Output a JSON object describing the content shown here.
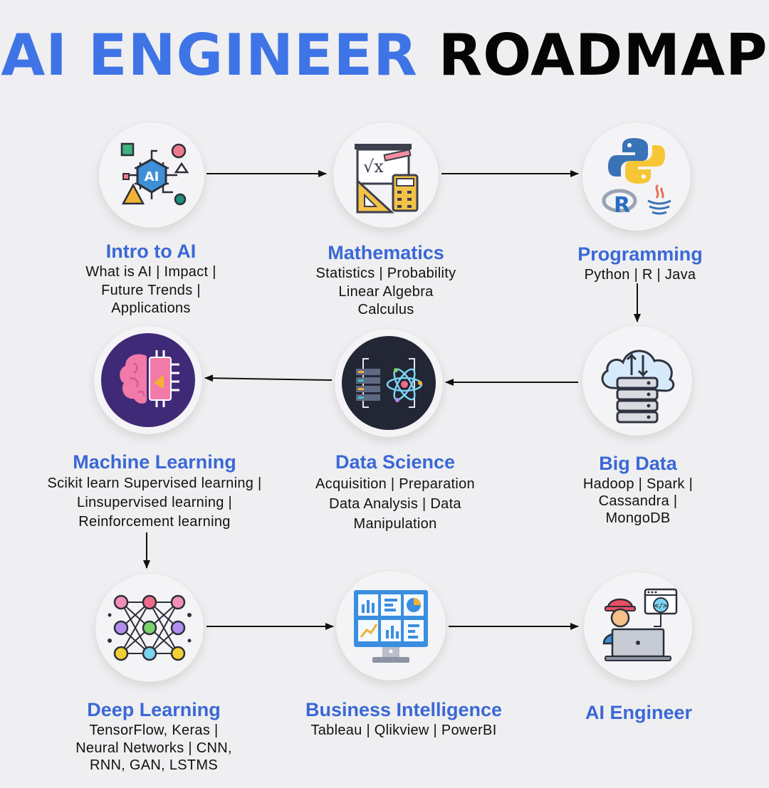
{
  "title": {
    "part1": "AI ENGINEER",
    "part2": "ROADMAP"
  },
  "colors": {
    "accent_blue": "#3f74e6",
    "label_blue": "#3a68d6",
    "background": "#efeff1",
    "arrow": "#111111"
  },
  "nodes": [
    {
      "name": "Intro to AI",
      "icon": "ai-circuit-icon",
      "sub": [
        "What is AI | Impact |",
        "Future Trends |",
        "Applications"
      ]
    },
    {
      "name": "Mathematics",
      "icon": "math-board-icon",
      "sub": [
        "Statistics | Probability",
        "Linear Algebra",
        "Calculus"
      ]
    },
    {
      "name": "Programming",
      "icon": "programming-languages-icon",
      "sub": [
        "Python | R | Java"
      ]
    },
    {
      "name": "Big Data",
      "icon": "cloud-database-icon",
      "sub": [
        "Hadoop | Spark |",
        "Cassandra |",
        "MongoDB"
      ]
    },
    {
      "name": "Data Science",
      "icon": "server-atom-icon",
      "sub": [
        "Acquisition | Preparation",
        "Data Analysis | Data",
        "Manipulation"
      ]
    },
    {
      "name": "Machine Learning",
      "icon": "brain-chip-icon",
      "sub": [
        "Scikit learn Supervised learning |",
        "Linsupervised learning |",
        "Reinforcement learning"
      ]
    },
    {
      "name": "Deep Learning",
      "icon": "neural-network-icon",
      "sub": [
        "TensorFlow, Keras |",
        "Neural Networks | CNN,",
        "RNN, GAN, LSTMS"
      ]
    },
    {
      "name": "Business Intelligence",
      "icon": "dashboard-monitor-icon",
      "sub": [
        "Tableau | Qlikview | PowerBI"
      ]
    },
    {
      "name": "AI Engineer",
      "icon": "engineer-laptop-icon",
      "sub": []
    }
  ]
}
